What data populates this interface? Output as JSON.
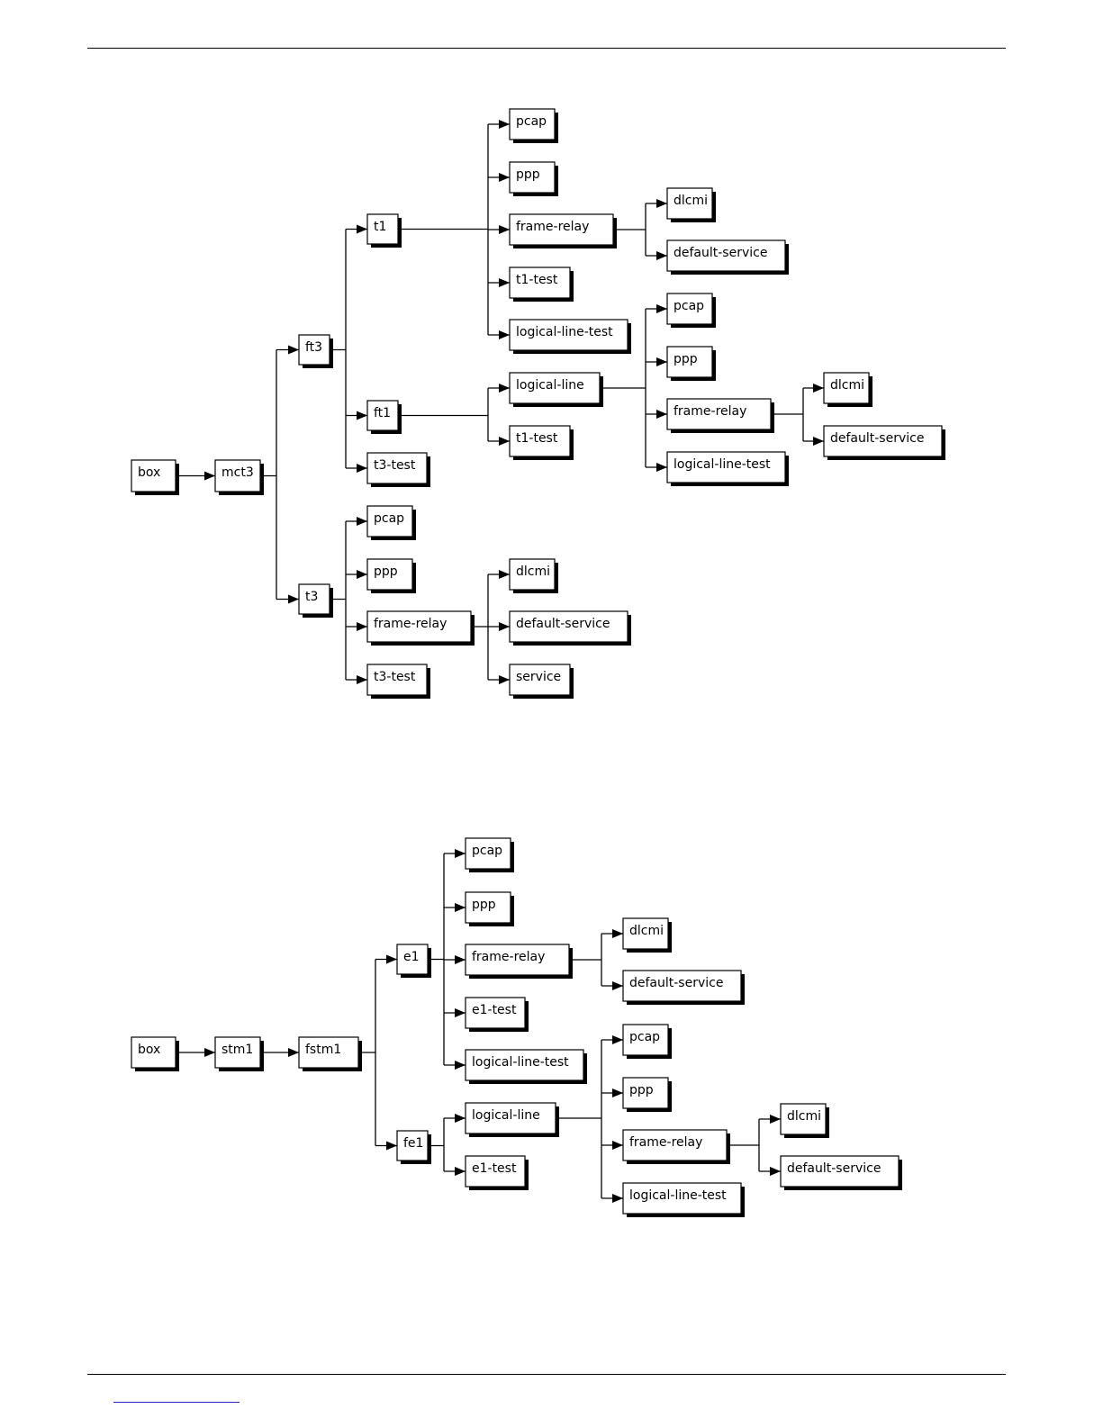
{
  "diagram_1": {
    "box": "box",
    "mct3": "mct3",
    "ft3": "ft3",
    "t1": "t1",
    "t1_pcap": "pcap",
    "t1_ppp": "ppp",
    "t1_frame_relay": "frame-relay",
    "t1_fr_dlcmi": "dlcmi",
    "t1_fr_default_service": "default-service",
    "t1_t1_test": "t1-test",
    "t1_logical_line_test": "logical-line-test",
    "ft1": "ft1",
    "ft1_logical_line": "logical-line",
    "ft1_ll_pcap": "pcap",
    "ft1_ll_ppp": "ppp",
    "ft1_ll_frame_relay": "frame-relay",
    "ft1_ll_fr_dlcmi": "dlcmi",
    "ft1_ll_fr_default_service": "default-service",
    "ft1_ll_logical_line_test": "logical-line-test",
    "ft1_t1_test": "t1-test",
    "ft3_t3_test": "t3-test",
    "t3": "t3",
    "t3_pcap": "pcap",
    "t3_ppp": "ppp",
    "t3_frame_relay": "frame-relay",
    "t3_fr_dlcmi": "dlcmi",
    "t3_fr_default_service": "default-service",
    "t3_fr_service": "service",
    "t3_t3_test": "t3-test"
  },
  "diagram_2": {
    "box": "box",
    "stm1": "stm1",
    "fstm1": "fstm1",
    "e1": "e1",
    "e1_pcap": "pcap",
    "e1_ppp": "ppp",
    "e1_frame_relay": "frame-relay",
    "e1_fr_dlcmi": "dlcmi",
    "e1_fr_default_service": "default-service",
    "e1_e1_test": "e1-test",
    "e1_logical_line_test": "logical-line-test",
    "fe1": "fe1",
    "fe1_logical_line": "logical-line",
    "fe1_ll_pcap": "pcap",
    "fe1_ll_ppp": "ppp",
    "fe1_ll_frame_relay": "frame-relay",
    "fe1_ll_fr_dlcmi": "dlcmi",
    "fe1_ll_fr_default_service": "default-service",
    "fe1_ll_logical_line_test": "logical-line-test",
    "fe1_e1_test": "e1-test"
  }
}
